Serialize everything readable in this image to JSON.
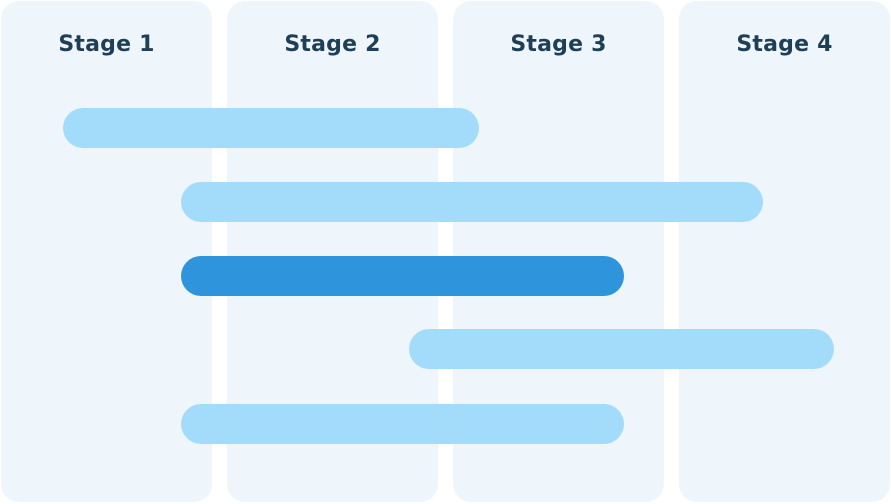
{
  "stages": [
    {
      "label": "Stage 1"
    },
    {
      "label": "Stage 2"
    },
    {
      "label": "Stage 3"
    },
    {
      "label": "Stage 4"
    }
  ],
  "bars": [
    {
      "start_stage": 0.25,
      "end_stage": 2.2,
      "color": "#a3dcfb",
      "highlighted": false
    },
    {
      "start_stage": 0.8,
      "end_stage": 3.4,
      "color": "#a3dcfb",
      "highlighted": false
    },
    {
      "start_stage": 0.8,
      "end_stage": 2.8,
      "color": "#2e94db",
      "highlighted": true
    },
    {
      "start_stage": 1.85,
      "end_stage": 3.7,
      "color": "#a3dcfb",
      "highlighted": false
    },
    {
      "start_stage": 0.8,
      "end_stage": 2.8,
      "color": "#a3dcfb",
      "highlighted": false
    }
  ],
  "colors": {
    "stage_background": "#eef6fc",
    "stage_label": "#1f3f56",
    "bar_light": "#a3dcfb",
    "bar_highlight": "#2e94db"
  }
}
